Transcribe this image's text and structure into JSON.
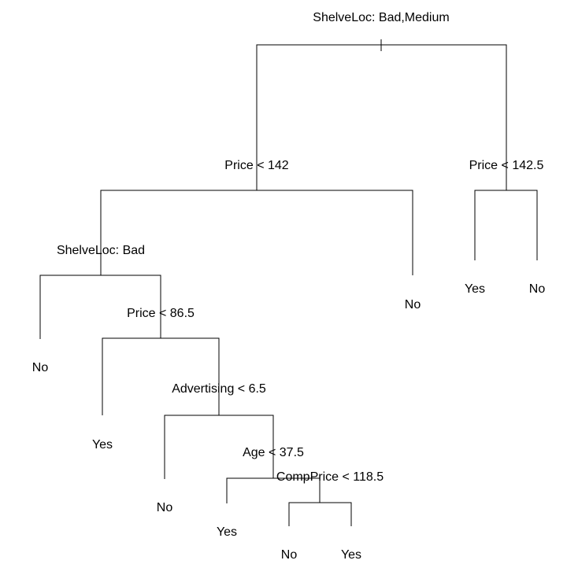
{
  "tree": {
    "splits": {
      "root": "ShelveLoc: Bad,Medium",
      "price_142": "Price < 142",
      "price_142_5": "Price < 142.5",
      "shelveloc_bad": "ShelveLoc: Bad",
      "price_86_5": "Price < 86.5",
      "advertising_6_5": "Advertising < 6.5",
      "age_37_5": "Age < 37.5",
      "compprice_118_5": "CompPrice < 118.5"
    },
    "leaves": {
      "l1": "No",
      "l2": "Yes",
      "l3": "No",
      "l4": "Yes",
      "l5": "No",
      "l6": "Yes",
      "l7": "No",
      "l8": "Yes",
      "l9": "No"
    }
  }
}
